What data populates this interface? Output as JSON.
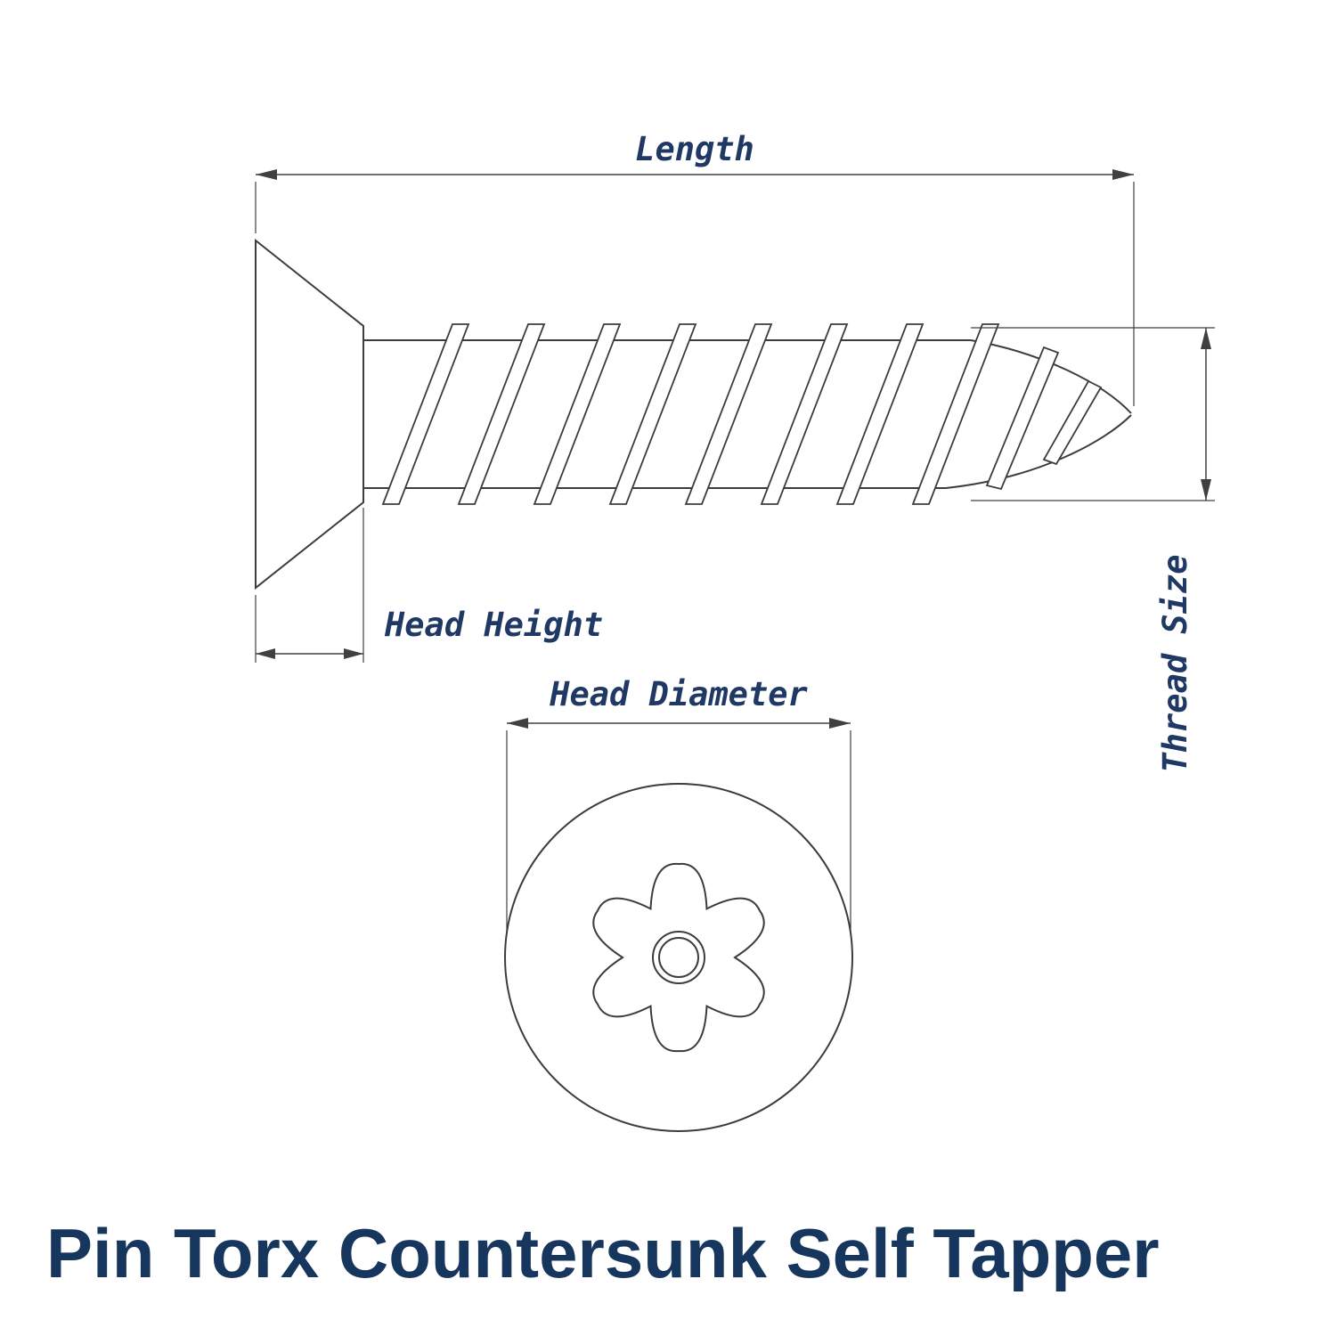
{
  "diagram": {
    "labels": {
      "length": "Length",
      "head_height": "Head Height",
      "head_diameter": "Head Diameter",
      "thread_size": "Thread Size"
    },
    "title": "Pin Torx Countersunk Self Tapper",
    "colors": {
      "line": "#3c3c3c",
      "dimension_line": "#404040",
      "label_text": "#1f3864",
      "title_text": "#17365d",
      "background": "#ffffff"
    }
  }
}
